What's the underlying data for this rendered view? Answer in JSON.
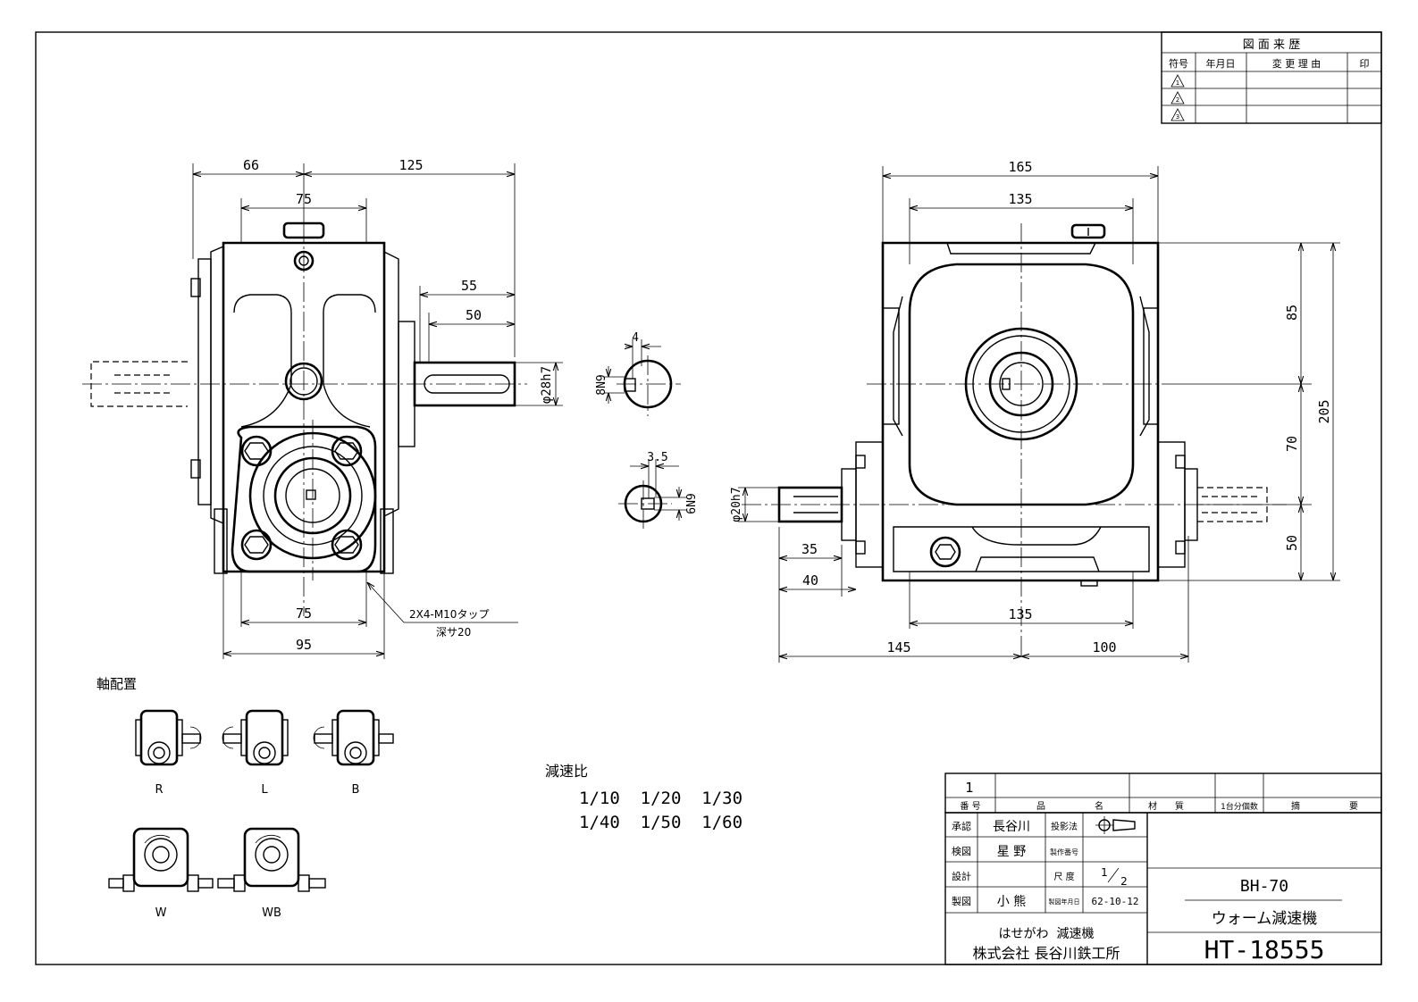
{
  "revision_table": {
    "title": "図 面 来 歴",
    "headers": [
      "符号",
      "年月日",
      "変 更 理 由",
      "印"
    ],
    "rows": [
      {
        "mark": "1"
      },
      {
        "mark": "2"
      },
      {
        "mark": "3"
      }
    ]
  },
  "front_view": {
    "dims": [
      "66",
      "125",
      "75",
      "55",
      "50",
      "φ28h7",
      "75",
      "95"
    ],
    "tap_note_1": "2X4-M10タップ",
    "tap_note_2": "深サ20"
  },
  "keyway_details": {
    "upper_width": "4",
    "upper_key": "8N9",
    "lower_width": "3.5",
    "lower_key": "6N9"
  },
  "side_view": {
    "dims": [
      "165",
      "135",
      "85",
      "70",
      "205",
      "50",
      "φ20h7",
      "35",
      "40",
      "135",
      "145",
      "100"
    ]
  },
  "shaft_arrangement": {
    "title": "軸配置",
    "types": [
      "R",
      "L",
      "B",
      "W",
      "WB"
    ]
  },
  "reduction_ratio": {
    "title": "減速比",
    "line1": "1/10  1/20  1/30",
    "line2": "1/40  1/50  1/60"
  },
  "title_block": {
    "part_no": "1",
    "header": [
      "番 号",
      "品",
      "名",
      "材",
      "質",
      "1台分個数",
      "摘",
      "要"
    ],
    "approved_label": "承認",
    "approved_name": "長谷川",
    "projection_label": "投影法",
    "checked_label": "検図",
    "checked_name": "星 野",
    "mfg_no_label": "製作番号",
    "design_label": "設計",
    "scale_label": "尺 度",
    "scale_num": "1",
    "scale_den": "2",
    "drawn_label": "製図",
    "drawn_name": "小 熊",
    "date_label": "製図年月日",
    "date_value": "62-10-12",
    "model": "BH-70",
    "product_name": "ウォーム減速機",
    "brand": "はせがわ  減速機",
    "company": "株式会社 長谷川鉄工所",
    "drawing_no": "HT-18555"
  }
}
